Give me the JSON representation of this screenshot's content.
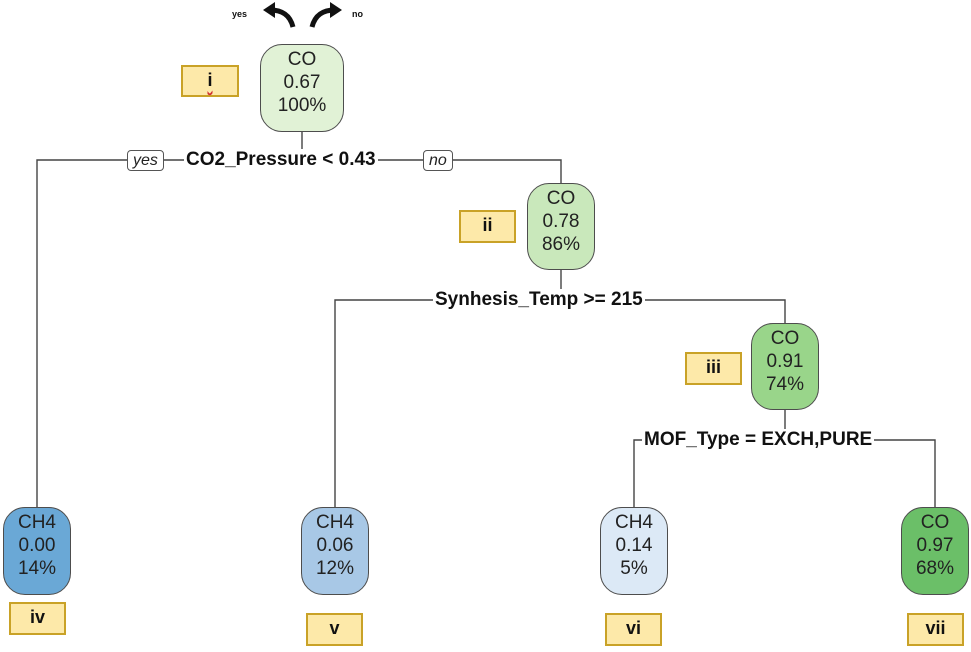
{
  "legend": {
    "yes_label": "yes",
    "no_label": "no"
  },
  "nodes": [
    {
      "id": "i",
      "class": "CO",
      "prob": "0.67",
      "pct": "100%",
      "color": "#e1f2d6"
    },
    {
      "id": "ii",
      "class": "CO",
      "prob": "0.78",
      "pct": "86%",
      "color": "#c9e8bb"
    },
    {
      "id": "iii",
      "class": "CO",
      "prob": "0.91",
      "pct": "74%",
      "color": "#99d58a"
    },
    {
      "id": "iv",
      "class": "CH4",
      "prob": "0.00",
      "pct": "14%",
      "color": "#6aa8d6"
    },
    {
      "id": "v",
      "class": "CH4",
      "prob": "0.06",
      "pct": "12%",
      "color": "#a8c8e6"
    },
    {
      "id": "vi",
      "class": "CH4",
      "prob": "0.14",
      "pct": "5%",
      "color": "#dce9f6"
    },
    {
      "id": "vii",
      "class": "CO",
      "prob": "0.97",
      "pct": "68%",
      "color": "#6bbf68"
    }
  ],
  "splits": [
    {
      "condition": "CO2_Pressure < 0.43",
      "yes_label": "yes",
      "no_label": "no"
    },
    {
      "condition": "Synhesis_Temp >= 215"
    },
    {
      "condition": "MOF_Type = EXCH,PURE"
    }
  ],
  "tags": [
    "i",
    "ii",
    "iii",
    "iv",
    "v",
    "vi",
    "vii"
  ]
}
